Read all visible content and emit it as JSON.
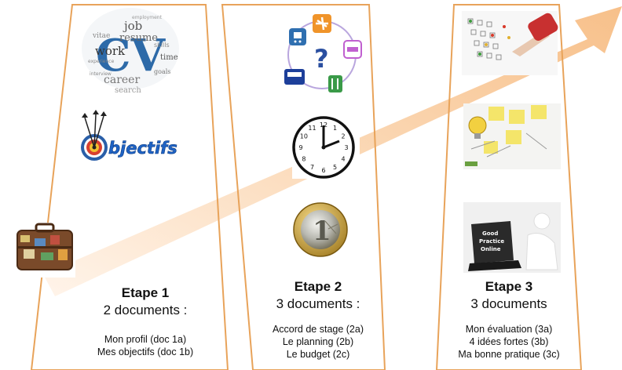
{
  "cv_cloud": {
    "letters": "CV",
    "words": [
      "job",
      "resume",
      "work",
      "time",
      "career",
      "goals",
      "search",
      "interview",
      "employment",
      "experience",
      "skills",
      "vitae"
    ]
  },
  "objectifs_logo": {
    "text": "objectifs"
  },
  "clock": {
    "numbers": [
      "12",
      "1",
      "2",
      "3",
      "4",
      "5",
      "6",
      "7",
      "8",
      "9",
      "10",
      "11"
    ]
  },
  "transport_icons": [
    "train-icon",
    "plane-icon",
    "bed-icon",
    "restaurant-icon",
    "bus-icon",
    "question-icon"
  ],
  "euro_coin": {
    "text": "1"
  },
  "good_practice_sign": {
    "lines": [
      "Good",
      "Practice",
      "Online"
    ]
  },
  "stages": [
    {
      "title": "Etape 1",
      "subtitle": "2 documents :",
      "docs": [
        "Mon profil (doc 1a)",
        "Mes objectifs (doc 1b)"
      ]
    },
    {
      "title": "Etape 2",
      "subtitle": "3 documents :",
      "docs": [
        "Accord de stage (2a)",
        "Le planning (2b)",
        "Le budget (2c)"
      ]
    },
    {
      "title": "Etape 3",
      "subtitle": "3 documents",
      "docs": [
        "Mon évaluation (3a)",
        "4 idées fortes  (3b)",
        "Ma bonne pratique (3c)"
      ]
    }
  ],
  "colors": {
    "outline": "#e8a35a",
    "arrow_light": "#fde8d2",
    "arrow_mid": "#f9c99a"
  }
}
